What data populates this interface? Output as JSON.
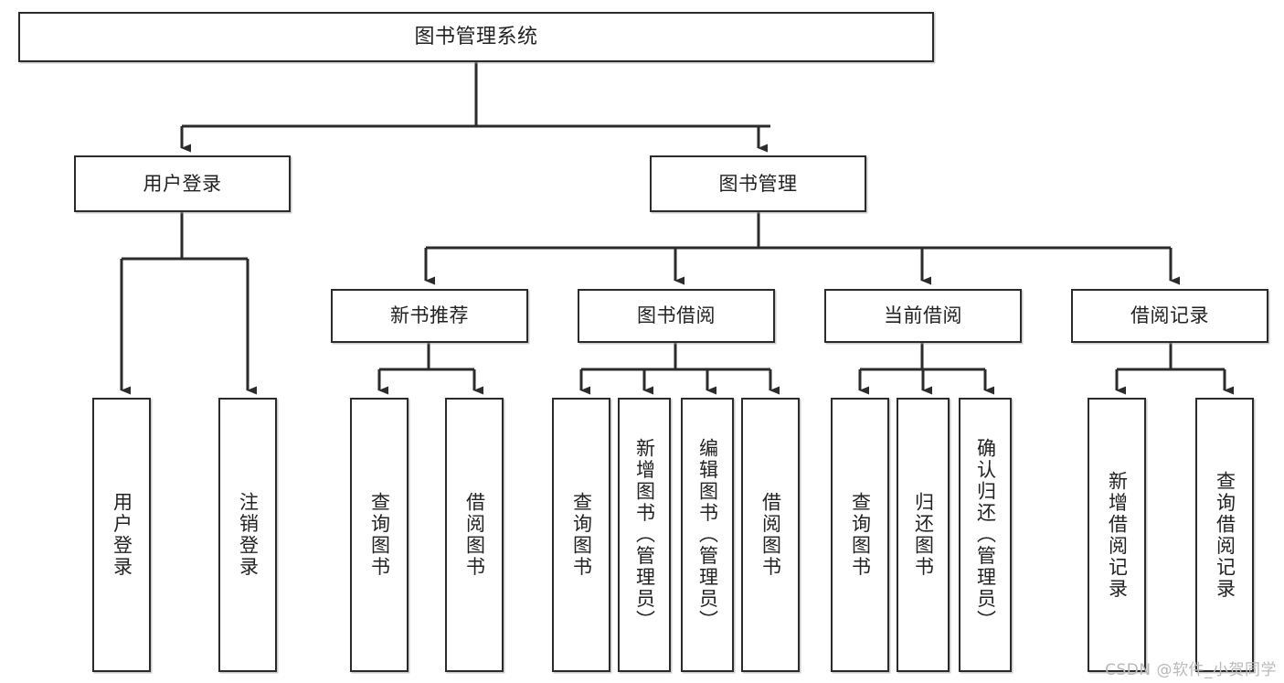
{
  "diagram": {
    "title": "图书管理系统",
    "type": "tree-hierarchy-chart",
    "watermark": "CSDN @软件_小贺同学",
    "colors": {
      "box_border": "#2b2b2b",
      "box_fill": "#ffffff",
      "edge": "#2b2b2b",
      "text": "#222222",
      "watermark": "#b9b9b9"
    },
    "nodes": {
      "root": {
        "label": "图书管理系统"
      },
      "level2": [
        {
          "id": "user-login",
          "label": "用户登录"
        },
        {
          "id": "book-management",
          "label": "图书管理"
        }
      ],
      "level3": [
        {
          "id": "new-book-recommend",
          "label": "新书推荐"
        },
        {
          "id": "book-borrow",
          "label": "图书借阅"
        },
        {
          "id": "current-borrow",
          "label": "当前借阅"
        },
        {
          "id": "borrow-record",
          "label": "借阅记录"
        }
      ],
      "leaves": {
        "user_login": [
          {
            "id": "leaf-user-login",
            "label": "用户登录"
          },
          {
            "id": "leaf-logout-login",
            "label": "注销登录"
          }
        ],
        "new_book_recommend": [
          {
            "id": "leaf-query-book-1",
            "label": "查询图书"
          },
          {
            "id": "leaf-borrow-book-1",
            "label": "借阅图书"
          }
        ],
        "book_borrow": [
          {
            "id": "leaf-query-book-2",
            "label": "查询图书"
          },
          {
            "id": "leaf-add-book",
            "label": "新增图书（管理员）"
          },
          {
            "id": "leaf-edit-book",
            "label": "编辑图书（管理员）"
          },
          {
            "id": "leaf-borrow-book-2",
            "label": "借阅图书"
          }
        ],
        "current_borrow": [
          {
            "id": "leaf-query-book-3",
            "label": "查询图书"
          },
          {
            "id": "leaf-return-book",
            "label": "归还图书"
          },
          {
            "id": "leaf-confirm-return",
            "label": "确认归还（管理员）"
          }
        ],
        "borrow_record": [
          {
            "id": "leaf-add-record",
            "label": "新增借阅记录"
          },
          {
            "id": "leaf-query-record",
            "label": "查询借阅记录"
          }
        ]
      }
    }
  }
}
